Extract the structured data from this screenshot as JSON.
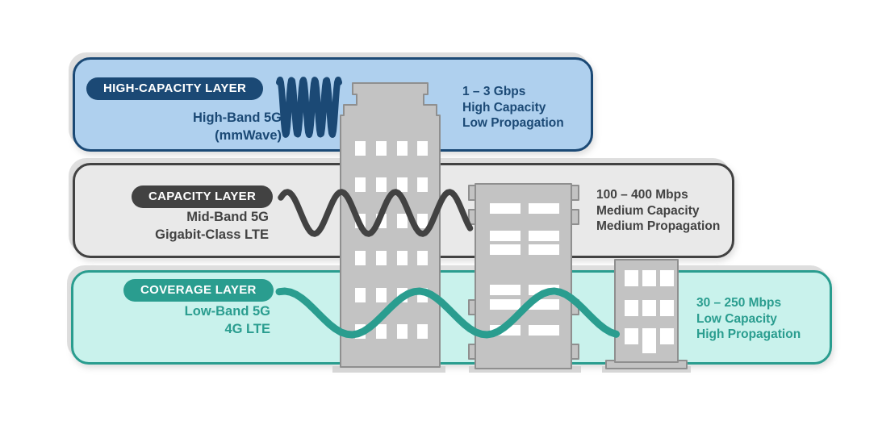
{
  "layers": [
    {
      "badge": "HIGH-CAPACITY LAYER",
      "labels": [
        "High-Band 5G",
        "(mmWave)"
      ],
      "stats": [
        "1 – 3 Gbps",
        "High Capacity",
        "Low Propagation"
      ],
      "band_color": "#AFD0EE",
      "accent_color": "#1B4975",
      "wave_icon": "high-frequency-wave-icon"
    },
    {
      "badge": "CAPACITY LAYER",
      "labels": [
        "Mid-Band 5G",
        "Gigabit-Class LTE"
      ],
      "stats": [
        "100 – 400 Mbps",
        "Medium Capacity",
        "Medium Propagation"
      ],
      "band_color": "#E9E9E9",
      "accent_color": "#424242",
      "wave_icon": "medium-frequency-wave-icon"
    },
    {
      "badge": "COVERAGE LAYER",
      "labels": [
        "Low-Band 5G",
        "4G LTE"
      ],
      "stats": [
        "30 – 250 Mbps",
        "Low Capacity",
        "High Propagation"
      ],
      "band_color": "#C9F2EC",
      "accent_color": "#2A9D8F",
      "wave_icon": "low-frequency-wave-icon"
    }
  ],
  "palette": {
    "building_fill": "#C3C3C3",
    "building_stroke": "#8F8F8F",
    "window_fill": "#FFFFFF",
    "shadow": "#C9C9C9"
  },
  "icons": {
    "buildings": [
      "tall-building-icon",
      "medium-building-icon",
      "small-building-icon"
    ]
  }
}
